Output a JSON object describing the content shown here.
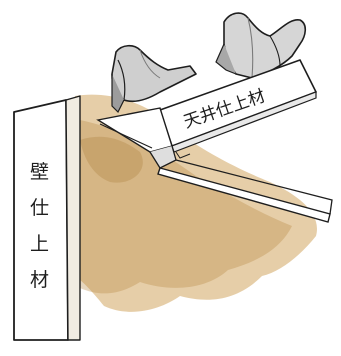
{
  "labels": {
    "ceiling_finish": "天井仕上材",
    "wall_finish": [
      "壁",
      "仕",
      "上",
      "材"
    ]
  },
  "colors": {
    "background": "#ffffff",
    "ink": "#1e1e1e",
    "wash": "#c79a57",
    "metal_light": "#d8d8d8",
    "metal_dark": "#8a8a8a",
    "board_face": "#ffffff"
  }
}
